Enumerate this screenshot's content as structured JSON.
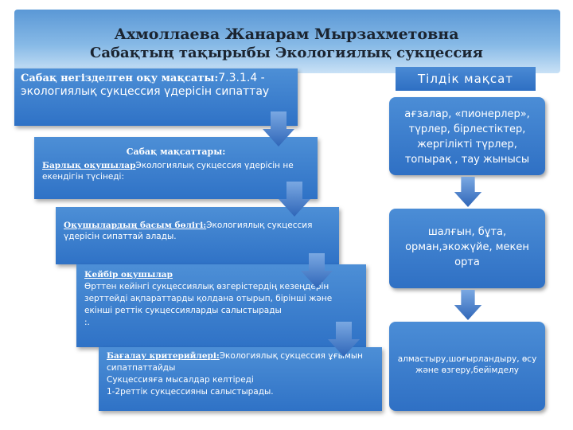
{
  "header": {
    "name": "Ахмоллаева Жанарам Мырзахметовна",
    "topic": "Сабақтың тақырыбы Экологиялық сукцессия"
  },
  "left_boxes": {
    "basis": {
      "heading": "Сабақ негізделген оқу мақсаты:",
      "text": "7.3.1.4 - экологиялық сукцессия үдерісін сипаттау"
    },
    "objectives": {
      "heading": "Сабақ мақсаттары:",
      "all_label": "Барлық оқушылар",
      "all_text": "Экологиялық сукцессия үдерісін не екендігін түсінеді:"
    },
    "most": {
      "label": "Оқушылардың басым бөлігі:",
      "text": "Экологиялық сукцессия үдерісін сипаттай алады."
    },
    "some": {
      "label": "Кейбір оқушылар",
      "text": "Өрттен кейінгі сукцессиялық өзгерістердің кезеңдерін зерттейді ақпараттарды қолдана отырып, бірінші және екінші реттік сукцессияларды салыстырады",
      "trail": ":."
    },
    "criteria": {
      "label": "Бағалау критерийлері:",
      "line1": "Экологиялық сукцессия ұғымын сипатпаттайды",
      "line2": "Сукцессияға мысалдар келтіреді",
      "line3": "1-2реттік сукцессияны салыстырады."
    }
  },
  "right_column": {
    "header": "Тілдік мақсат",
    "box1": "ағзалар, «пионерлер», түрлер, бірлестіктер, жергілікті түрлер, топырақ , тау жынысы",
    "box2": "шалғын, бұта, орман,экожүйе, мекен орта",
    "box3": "алмастыру,шоғырландыру, өсу және өзгеру,бейімделу"
  },
  "colors": {
    "box_blue": "#3a7dcb",
    "arrow_blue": "#3f77c9",
    "header_gradient_top": "#5a98d6"
  }
}
